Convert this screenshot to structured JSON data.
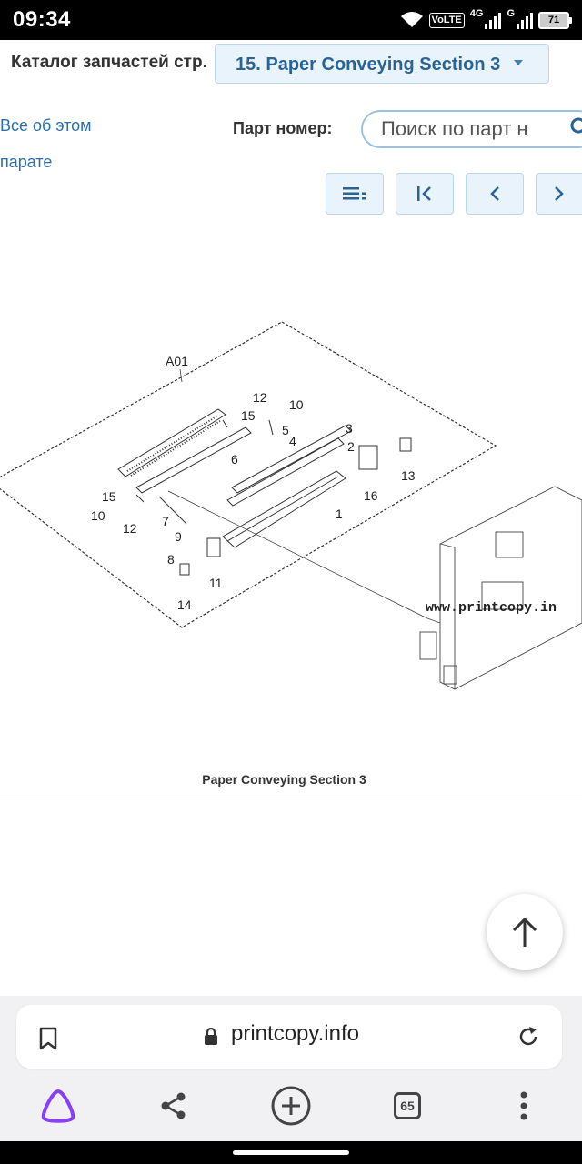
{
  "status_bar": {
    "time": "09:34",
    "network_label": "VoLTE",
    "network_type_1": "4G",
    "network_type_2": "G",
    "battery_level": "71"
  },
  "catalog": {
    "label": "Каталог запчастей стр.",
    "section_selected": "15. Paper Conveying Section 3",
    "about_line1": "Все об этом",
    "about_line2": "парате",
    "part_label": "Парт номер:",
    "search_placeholder": "Поиск по парт н"
  },
  "diagram": {
    "group_label": "A01",
    "callouts": [
      "1",
      "2",
      "3",
      "4",
      "5",
      "6",
      "7",
      "8",
      "9",
      "10",
      "10",
      "11",
      "12",
      "12",
      "13",
      "14",
      "15",
      "15",
      "16"
    ],
    "watermark": "www.printcopy.in",
    "caption": "Paper Conveying Section 3"
  },
  "browser": {
    "url": "printcopy.info",
    "tab_count": "65"
  },
  "icons": {
    "list": "list-icon",
    "first": "first-page-icon",
    "prev": "chevron-left-icon",
    "next": "chevron-right-icon",
    "scroll_top": "arrow-up-icon",
    "bookmark": "bookmark-icon",
    "lock": "lock-icon",
    "reload": "reload-icon",
    "assistant": "alice-icon",
    "share": "share-icon",
    "new_tab": "plus-circle-icon",
    "menu": "more-vertical-icon"
  },
  "colors": {
    "accent": "#2a6496",
    "link": "#2a6eb0",
    "button_bg": "#e9f3fb",
    "assistant": "#8a3ffc"
  }
}
